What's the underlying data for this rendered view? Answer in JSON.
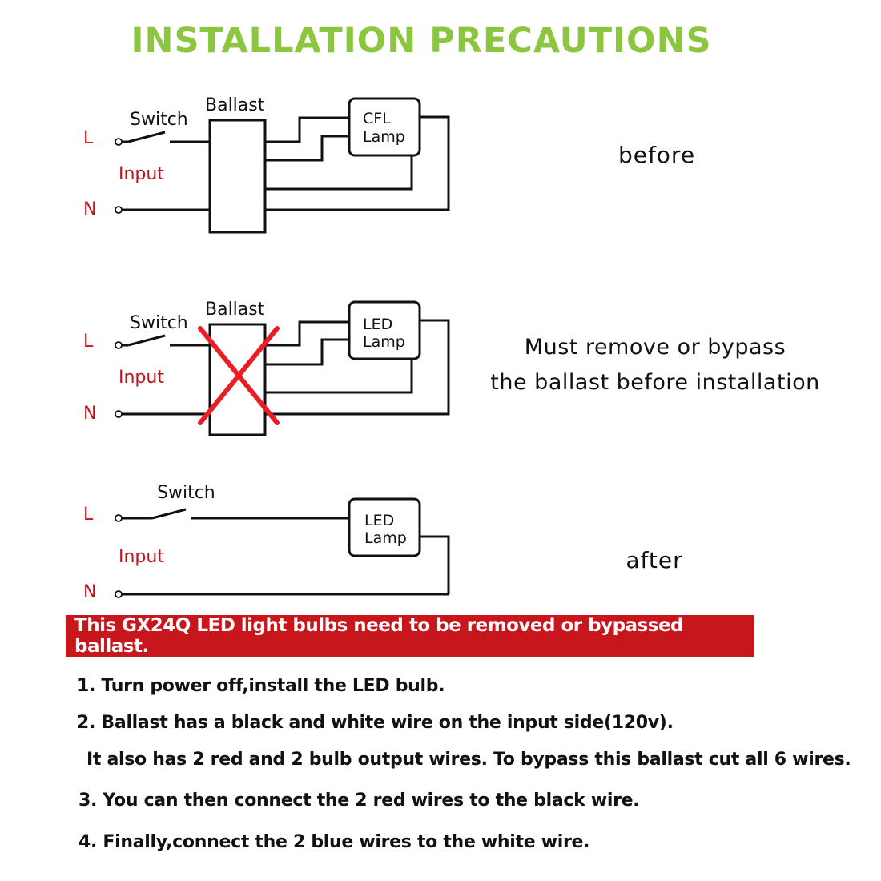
{
  "title": "INSTALLATION  PRECAUTIONS",
  "colors": {
    "title_green": "#8cc63f",
    "label_red": "#c0141c",
    "cross_red": "#ee1c25",
    "banner_bg": "#c8161d",
    "wire": "#111111"
  },
  "diagrams": [
    {
      "switch_label": "Switch",
      "ballast_label": "Ballast",
      "line_label": "L",
      "input_label": "Input",
      "neutral_label": "N",
      "lamp_line1": "CFL",
      "lamp_line2": "Lamp",
      "caption_line1": "before",
      "caption_line2": ""
    },
    {
      "switch_label": "Switch",
      "ballast_label": "Ballast",
      "line_label": "L",
      "input_label": "Input",
      "neutral_label": "N",
      "lamp_line1": "LED",
      "lamp_line2": "Lamp",
      "caption_line1": "Must remove or bypass",
      "caption_line2": "the ballast before installation"
    },
    {
      "switch_label": "Switch",
      "line_label": "L",
      "input_label": "Input",
      "neutral_label": "N",
      "lamp_line1": "LED",
      "lamp_line2": "Lamp",
      "caption_line1": "after",
      "caption_line2": ""
    }
  ],
  "banner": "This GX24Q LED light bulbs need to be removed or bypassed ballast.",
  "steps": [
    "1. Turn power off,install the LED bulb.",
    "2. Ballast has a black and white wire on the input side(120v).",
    "It also has 2 red and 2 bulb output wires. To bypass this ballast cut all 6 wires.",
    "3. You can then connect the 2 red wires to the black wire.",
    "4. Finally,connect the 2 blue wires to the white wire."
  ]
}
